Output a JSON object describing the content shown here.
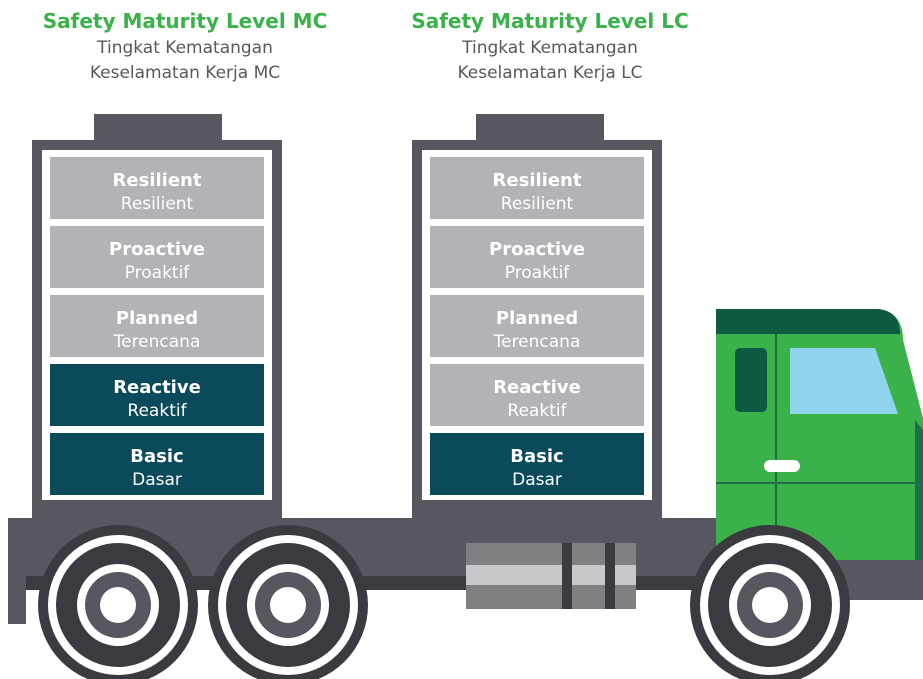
{
  "panels": [
    {
      "title": "Safety Maturity Level MC",
      "subtitle_line1": "Tingkat Kematangan",
      "subtitle_line2": "Keselamatan Kerja MC",
      "levels": [
        {
          "name": "Resilient",
          "sub": "Resilient",
          "highlighted": false
        },
        {
          "name": "Proactive",
          "sub": "Proaktif",
          "highlighted": false
        },
        {
          "name": "Planned",
          "sub": "Terencana",
          "highlighted": false
        },
        {
          "name": "Reactive",
          "sub": "Reaktif",
          "highlighted": true
        },
        {
          "name": "Basic",
          "sub": "Dasar",
          "highlighted": true
        }
      ]
    },
    {
      "title": "Safety Maturity Level LC",
      "subtitle_line1": "Tingkat Kematangan",
      "subtitle_line2": "Keselamatan Kerja LC",
      "levels": [
        {
          "name": "Resilient",
          "sub": "Resilient",
          "highlighted": false
        },
        {
          "name": "Proactive",
          "sub": "Proaktif",
          "highlighted": false
        },
        {
          "name": "Planned",
          "sub": "Terencana",
          "highlighted": false
        },
        {
          "name": "Reactive",
          "sub": "Reaktif",
          "highlighted": false
        },
        {
          "name": "Basic",
          "sub": "Dasar",
          "highlighted": true
        }
      ]
    }
  ],
  "colors": {
    "title_green": "#3bb14a",
    "subtitle_gray": "#58595b",
    "level_inactive": "#b1b3b6",
    "level_active": "#0b4a5b",
    "truck_body": "#58565e",
    "cab_green": "#3bb14a",
    "cab_dark_green": "#0f5a43",
    "window_blue": "#8fd3ec"
  }
}
